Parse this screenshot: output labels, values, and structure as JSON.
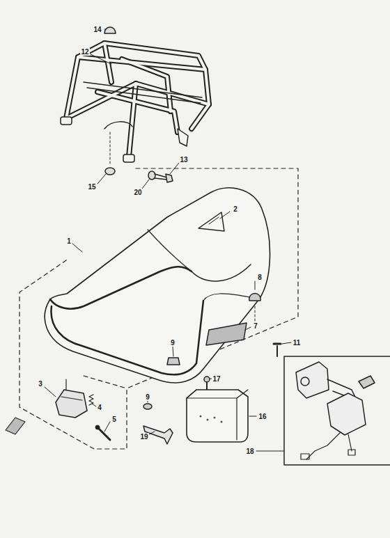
{
  "diagram": {
    "labels": [
      "14",
      "12",
      "15",
      "20",
      "13",
      "1",
      "2",
      "8",
      "7",
      "9",
      "11",
      "3",
      "4",
      "5",
      "17",
      "9",
      "16",
      "18",
      "19"
    ]
  }
}
